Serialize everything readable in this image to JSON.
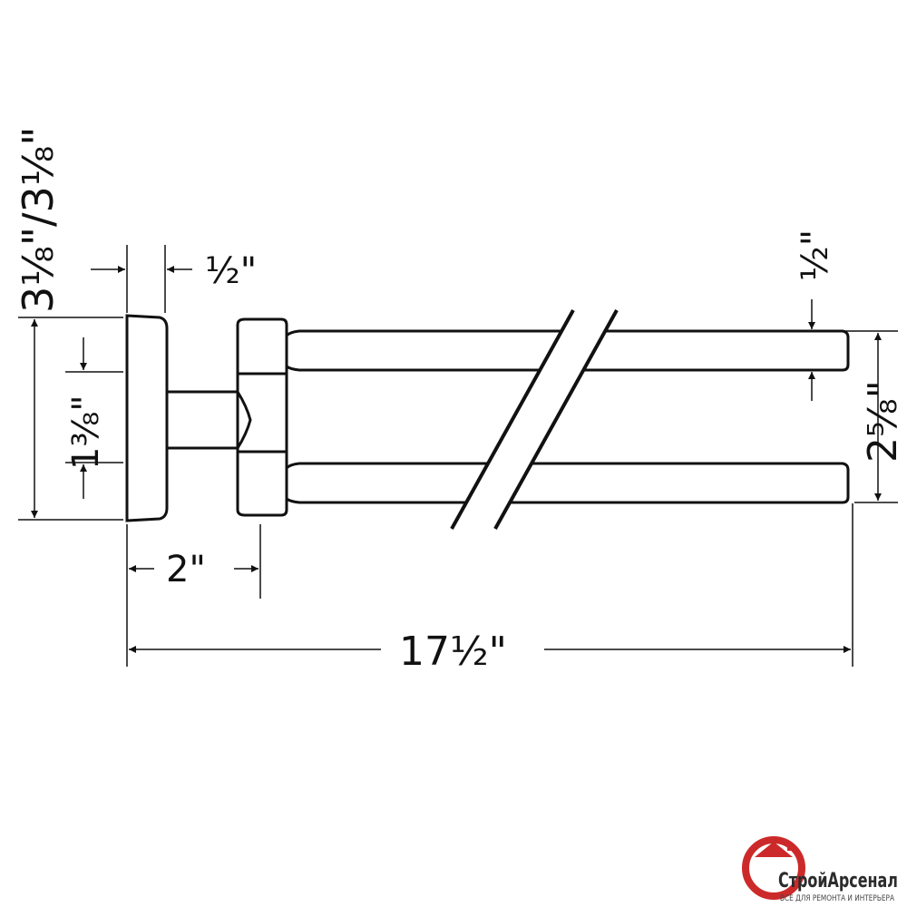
{
  "dimensions": {
    "flange_height": "3⅛\"/3⅛\"",
    "flange_thickness": "½\"",
    "arm_height": "1⅜\"",
    "projection": "2\"",
    "overall_length": "17½\"",
    "bar_diameter": "½\"",
    "bar_spacing": "2⅝\""
  },
  "watermark": {
    "brand": "СтройАрсенал",
    "tagline": "ВСЕ ДЛЯ РЕМОНТА И ИНТЕРЬЕРА",
    "colors": {
      "accent": "#cc2a2a",
      "text": "#2b2b2b"
    }
  }
}
